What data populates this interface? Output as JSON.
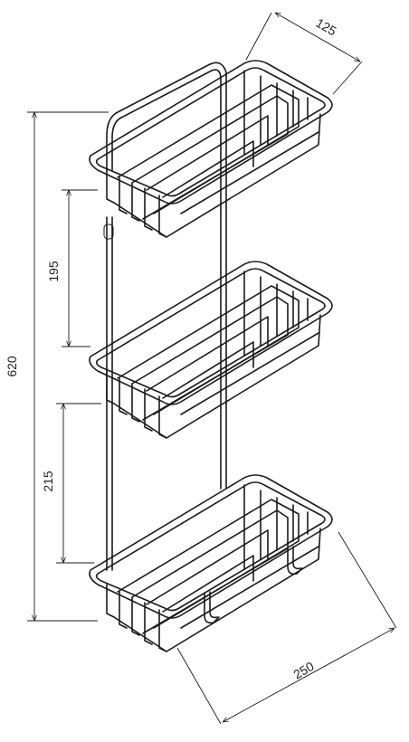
{
  "dimensions": {
    "total_height": "620",
    "shelf_gap_upper": "195",
    "shelf_gap_lower": "215",
    "depth": "125",
    "width": "250"
  },
  "colors": {
    "line": "#1a1a1a",
    "background": "#ffffff"
  }
}
